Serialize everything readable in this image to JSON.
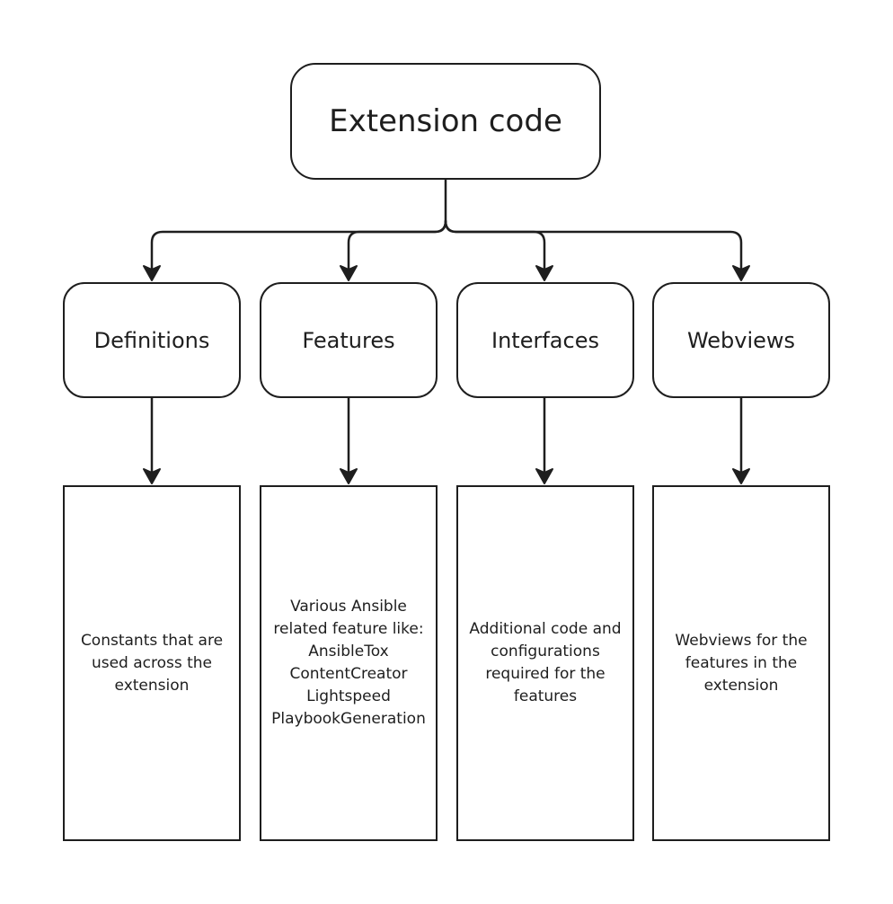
{
  "root": {
    "label": "Extension code"
  },
  "categories": [
    {
      "label": "Definitions",
      "description": "Constants that are\nused across the\nextension"
    },
    {
      "label": "Features",
      "description": "Various Ansible\nrelated feature like:\nAnsibleTox\nContentCreator\nLightspeed\nPlaybookGeneration"
    },
    {
      "label": "Interfaces",
      "description": "Additional code and\nconfigurations\nrequired for the\nfeatures"
    },
    {
      "label": "Webviews",
      "description": "Webviews for the\nfeatures in the\nextension"
    }
  ],
  "colors": {
    "stroke": "#1e1e1e",
    "background": "#ffffff"
  }
}
